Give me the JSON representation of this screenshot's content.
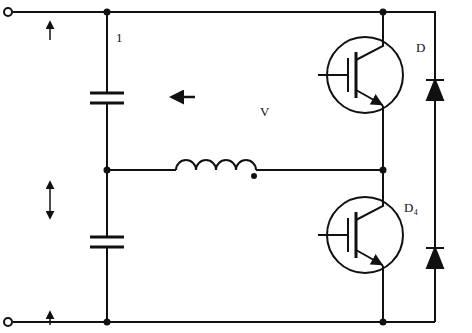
{
  "diagram": {
    "labels": [
      "1",
      "D",
      "V",
      "D₄"
    ]
  }
}
